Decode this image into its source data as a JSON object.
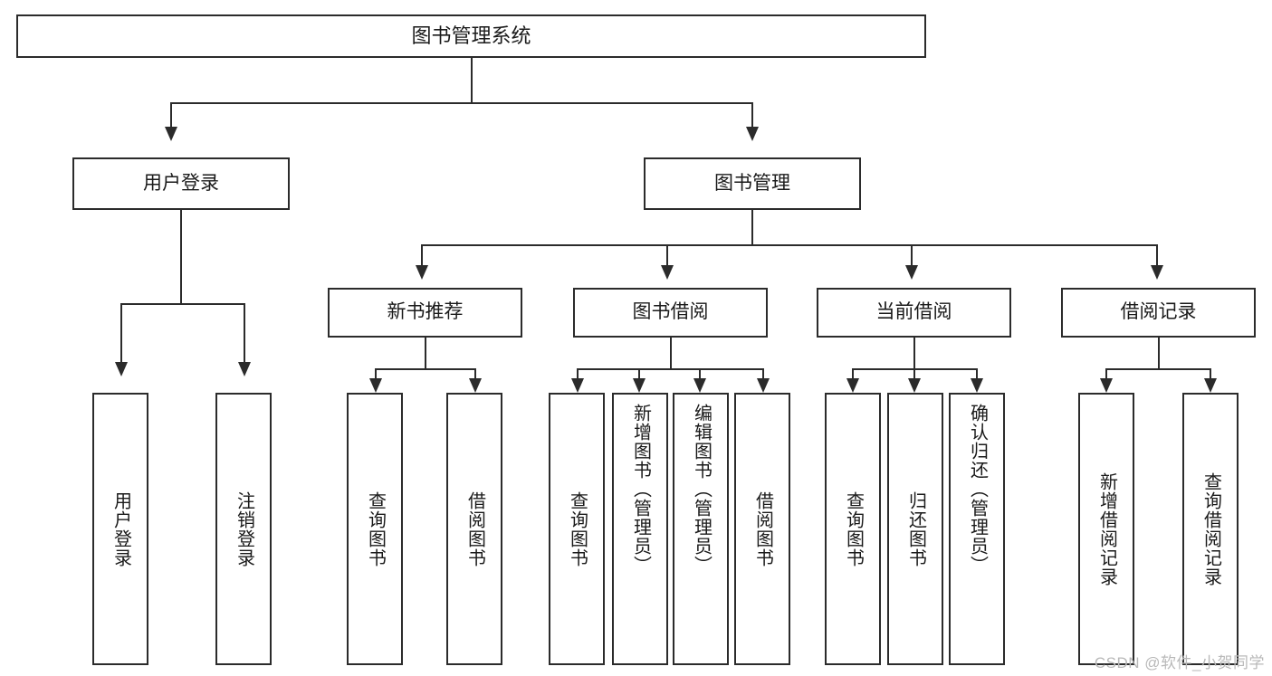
{
  "diagram": {
    "title": "图书管理系统",
    "type": "tree-hierarchy",
    "watermark": "CSDN @软件_小贺同学",
    "colors": {
      "box_border": "#2b2b2b",
      "box_fill": "#ffffff",
      "connector": "#2b2b2b",
      "text": "#1a1a1a",
      "watermark": "#b9b9b9",
      "background": "#ffffff"
    }
  },
  "nodes": {
    "root": {
      "label": "图书管理系统"
    },
    "level1": [
      {
        "id": "user-login",
        "label": "用户登录"
      },
      {
        "id": "book-manage",
        "label": "图书管理"
      }
    ],
    "level2": [
      {
        "id": "new-book-recommend",
        "label": "新书推荐"
      },
      {
        "id": "book-borrow",
        "label": "图书借阅"
      },
      {
        "id": "current-borrow",
        "label": "当前借阅"
      },
      {
        "id": "borrow-record",
        "label": "借阅记录"
      }
    ],
    "leaves": {
      "user-login": [
        {
          "id": "leaf-user-login",
          "label": "用户登录"
        },
        {
          "id": "leaf-logout-login",
          "label": "注销登录"
        }
      ],
      "new-book-recommend": [
        {
          "id": "leaf-query-book-1",
          "label": "查询图书"
        },
        {
          "id": "leaf-borrow-book-1",
          "label": "借阅图书"
        }
      ],
      "book-borrow": [
        {
          "id": "leaf-query-book-2",
          "label": "查询图书"
        },
        {
          "id": "leaf-add-book",
          "label": "新增图书（管理员）"
        },
        {
          "id": "leaf-edit-book",
          "label": "编辑图书（管理员）"
        },
        {
          "id": "leaf-borrow-book-2",
          "label": "借阅图书"
        }
      ],
      "current-borrow": [
        {
          "id": "leaf-query-book-3",
          "label": "查询图书"
        },
        {
          "id": "leaf-return-book",
          "label": "归还图书"
        },
        {
          "id": "leaf-confirm-return",
          "label": "确认归还（管理员）"
        }
      ],
      "borrow-record": [
        {
          "id": "leaf-add-record",
          "label": "新增借阅记录"
        },
        {
          "id": "leaf-query-record",
          "label": "查询借阅记录"
        }
      ]
    }
  }
}
